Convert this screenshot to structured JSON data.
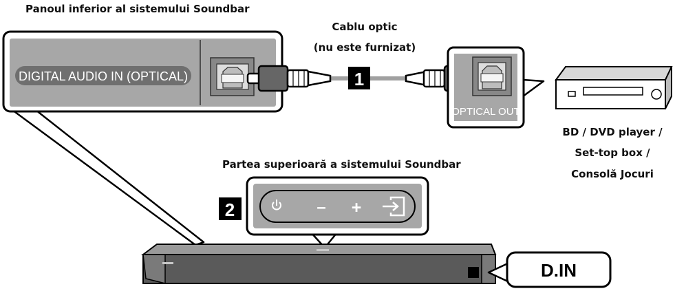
{
  "labels": {
    "bottom_panel": "Panoul inferior al sistemului Soundbar",
    "cable_line1": "Cablu optic",
    "cable_line2": "(nu este furnizat)",
    "top_panel": "Partea superioară a sistemului Soundbar",
    "device_line1": "BD / DVD player /",
    "device_line2": "Set-top box /",
    "device_line3": "Consolă Jocuri"
  },
  "ports": {
    "soundbar_input": "DIGITAL AUDIO IN (OPTICAL)",
    "source_output": "OPTICAL OUT"
  },
  "steps": {
    "step1": "1",
    "step2": "2"
  },
  "top_buttons": {
    "minus": "–",
    "plus": "+"
  },
  "display": {
    "readout": "D.IN"
  },
  "colors": {
    "panel_gray": "#a7a7a7",
    "border_black": "#000000",
    "bar_gray": "#555555",
    "highlight": "#ffffff"
  },
  "icons": [
    "power-icon",
    "minus-icon",
    "plus-icon",
    "source-input-icon",
    "optical-port-icon",
    "optical-plug-icon"
  ]
}
